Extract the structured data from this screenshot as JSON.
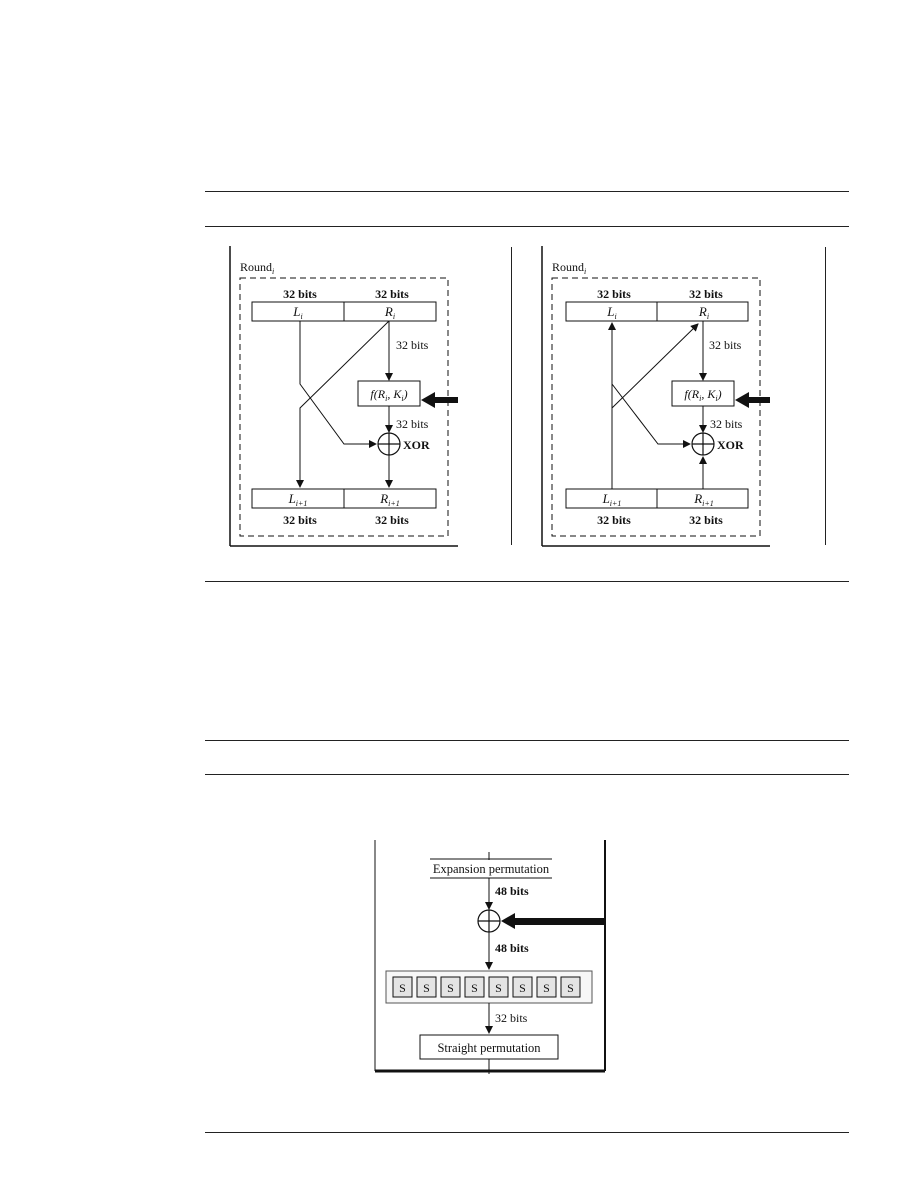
{
  "figure1": {
    "left_panel": {
      "round_label": "Round",
      "round_sub": "i",
      "top_bits_left": "32 bits",
      "top_bits_right": "32 bits",
      "cell_L": "L",
      "cell_L_sub": "i",
      "cell_R": "R",
      "cell_R_sub": "i",
      "bits_to_f": "32 bits",
      "f_label": "f(R",
      "f_sub": "i",
      "f_label2": ", K",
      "f_sub2": "i",
      "f_close": ")",
      "bits_to_xor": "32 bits",
      "xor_label": "XOR",
      "cell_L_out": "L",
      "cell_L_out_sub": "i+1",
      "cell_R_out": "R",
      "cell_R_out_sub": "i+1",
      "bottom_bits_left": "32 bits",
      "bottom_bits_right": "32 bits"
    },
    "right_panel": {
      "round_label": "Round",
      "round_sub": "i",
      "top_bits_left": "32 bits",
      "top_bits_right": "32 bits",
      "cell_L": "L",
      "cell_L_sub": "i",
      "cell_R": "R",
      "cell_R_sub": "i",
      "bits_to_f": "32 bits",
      "f_label": "f(R",
      "f_sub": "i",
      "f_label2": ", K",
      "f_sub2": "i",
      "f_close": ")",
      "bits_to_xor": "32 bits",
      "xor_label": "XOR",
      "cell_L_out": "L",
      "cell_L_out_sub": "i+1",
      "cell_R_out": "R",
      "cell_R_out_sub": "i+1",
      "bottom_bits_left": "32 bits",
      "bottom_bits_right": "32 bits"
    }
  },
  "figure2": {
    "expansion_label": "Expansion permutation",
    "bits_after_expansion": "48 bits",
    "bits_after_xor": "48 bits",
    "sbox_label": "S",
    "sbox_count": 8,
    "bits_after_sbox": "32 bits",
    "straight_label": "Straight permutation"
  }
}
